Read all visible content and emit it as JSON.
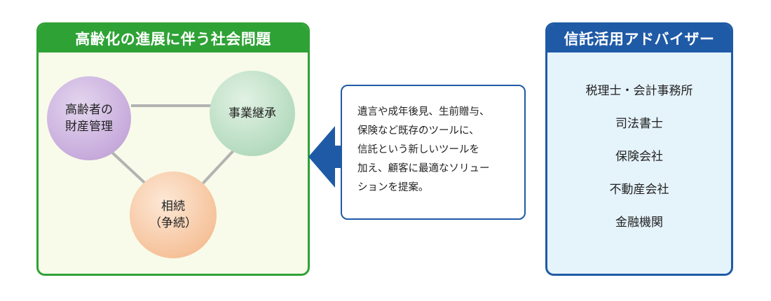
{
  "left_panel": {
    "title": "高齢化の進展に伴う社会問題",
    "circles": {
      "asset": {
        "line1": "高齢者の",
        "line2": "財産管理"
      },
      "business": {
        "line1": "事業継承"
      },
      "inheritance": {
        "line1": "相続",
        "line2": "（争続）"
      }
    }
  },
  "center_box": {
    "text": "遺言や成年後見、生前贈与、\n保険など既存のツールに、\n信託という新しいツールを\n加え、顧客に最適なソリュー\nションを提案。"
  },
  "right_panel": {
    "title": "信託活用アドバイザー",
    "advisors": [
      "税理士・会計事務所",
      "司法書士",
      "保険会社",
      "不動産会社",
      "金融機関"
    ]
  },
  "colors": {
    "green": "#2fa236",
    "blue": "#1f5aa6",
    "purple": "#c7abdc",
    "mint": "#b5dbbf",
    "orange": "#f6c39c"
  }
}
